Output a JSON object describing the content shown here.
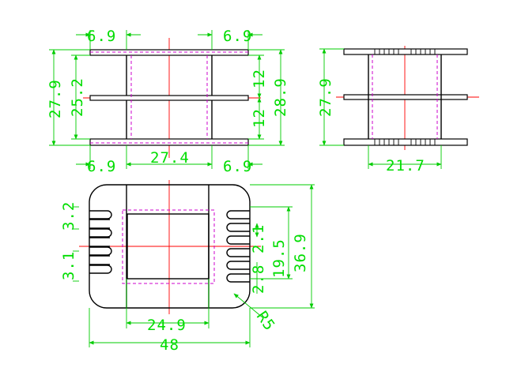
{
  "front_view": {
    "dim_top_left": "6.9",
    "dim_top_right": "6.9",
    "dim_bottom_left": "6.9",
    "dim_bottom_mid": "27.4",
    "dim_bottom_right": "6.9",
    "dim_left_outer": "27.9",
    "dim_left_inner": "25.2",
    "dim_right_upper": "12",
    "dim_right_lower": "12",
    "dim_right_outer": "28.9"
  },
  "side_view": {
    "dim_left": "27.9",
    "dim_bottom": "21.7"
  },
  "top_view": {
    "dim_pin_pitch_top": "3.2",
    "dim_pin_pitch_bottom": "3.1",
    "dim_right_a": "2.1",
    "dim_right_b": "19.5",
    "dim_right_c": "36.9",
    "dim_right_d": "2.8",
    "dim_inner_width": "24.9",
    "dim_overall_width": "48",
    "dim_radius": "R5"
  },
  "colors": {
    "dimension": "#00dd00",
    "outline": "#000000",
    "hidden_line": "#cc00cc",
    "center_line": "#ff0000"
  }
}
